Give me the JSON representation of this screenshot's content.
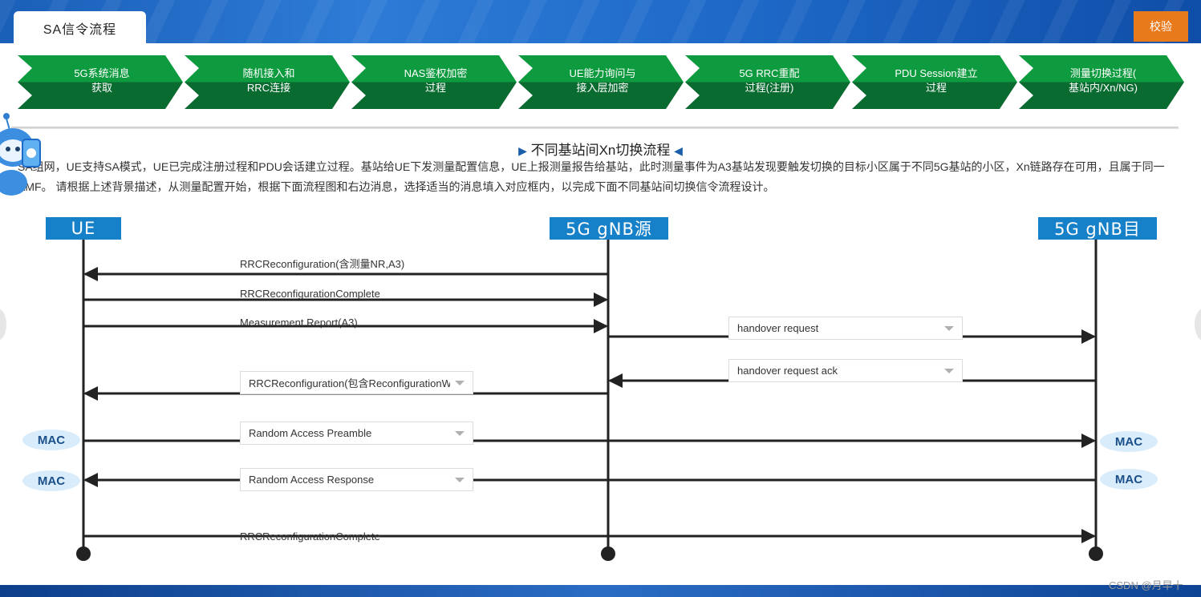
{
  "header": {
    "tab_label": "SA信令流程",
    "check_button": "校验"
  },
  "steps": [
    {
      "line1": "5G系统消息",
      "line2": "获取"
    },
    {
      "line1": "随机接入和",
      "line2": "RRC连接"
    },
    {
      "line1": "NAS鉴权加密",
      "line2": "过程"
    },
    {
      "line1": "UE能力询问与",
      "line2": "接入层加密"
    },
    {
      "line1": "5G RRC重配",
      "line2": "过程(注册)"
    },
    {
      "line1": "PDU Session建立",
      "line2": "过程"
    },
    {
      "line1": "测量切换过程(",
      "line2": "基站内/Xn/NG)"
    }
  ],
  "section": {
    "title": "不同基站间Xn切换流程",
    "title_left_marker": "▶",
    "title_right_marker": "◀",
    "description": "SA组网，UE支持SA模式，UE已完成注册过程和PDU会话建立过程。基站给UE下发测量配置信息，UE上报测量报告给基站，此时测量事件为A3基站发现要触发切换的目标小区属于不同5G基站的小区，Xn链路存在可用，且属于同一AMF。 请根据上述背景描述，从测量配置开始，根据下面流程图和右边消息，选择适当的消息填入对应框内，以完成下面不同基站间切换信令流程设计。"
  },
  "diagram": {
    "nodes": {
      "ue": "UE",
      "gnb_src": "5G gNB源",
      "gnb_dst": "5G gNB目"
    },
    "messages": {
      "m1": "RRCReconfiguration(含测量NR,A3)",
      "m2": "RRCReconfigurationComplete",
      "m3": "Measurement Report(A3)",
      "m_final": "RRCReconfigurationComplete"
    },
    "selects": {
      "handover_request": "handover request",
      "handover_request_ack": "handover request ack",
      "rrc_reconfig": "RRCReconfiguration(包含ReconfigurationWithSync)",
      "ra_preamble": "Random Access Preamble",
      "ra_response": "Random Access Response"
    },
    "mac_label": "MAC"
  },
  "colors": {
    "step_green_top": "#0e9a3f",
    "step_green_bottom": "#0a6b30",
    "node_blue": "#1680c8",
    "check_orange": "#e87a1c"
  },
  "watermark": "CSDN @月早十"
}
